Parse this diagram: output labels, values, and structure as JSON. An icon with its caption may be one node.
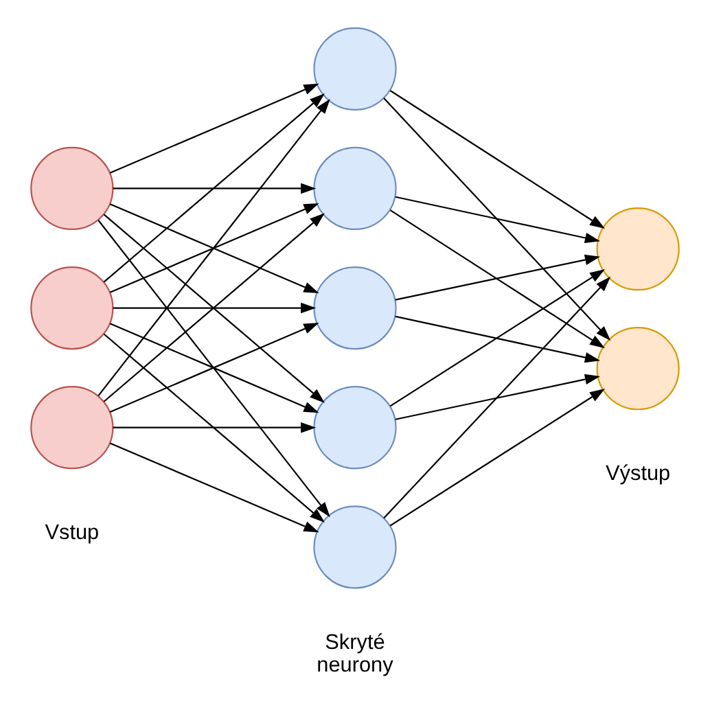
{
  "diagram": {
    "nodes": [
      {
        "text": [],
        "shape": "circle"
      },
      {
        "text": [],
        "shape": "circle"
      },
      {
        "text": [],
        "shape": "circle"
      },
      {
        "text": [],
        "shape": "circle"
      },
      {
        "text": [],
        "shape": "circle"
      },
      {
        "text": [],
        "shape": "circle"
      },
      {
        "text": [],
        "shape": "circle"
      },
      {
        "text": [],
        "shape": "circle"
      },
      {
        "text": [],
        "shape": "circle"
      },
      {
        "text": [],
        "shape": "circle"
      }
    ],
    "edges": [
      {
        "from": 0,
        "to": 3,
        "arrow": "to"
      },
      {
        "from": 0,
        "to": 4,
        "arrow": "to"
      },
      {
        "from": 0,
        "to": 5,
        "arrow": "to"
      },
      {
        "from": 0,
        "to": 6,
        "arrow": "to"
      },
      {
        "from": 0,
        "to": 7,
        "arrow": "to"
      },
      {
        "from": 1,
        "to": 3,
        "arrow": "to"
      },
      {
        "from": 1,
        "to": 4,
        "arrow": "to"
      },
      {
        "from": 1,
        "to": 5,
        "arrow": "to"
      },
      {
        "from": 1,
        "to": 6,
        "arrow": "to"
      },
      {
        "from": 1,
        "to": 7,
        "arrow": "to"
      },
      {
        "from": 2,
        "to": 3,
        "arrow": "to"
      },
      {
        "from": 2,
        "to": 4,
        "arrow": "to"
      },
      {
        "from": 2,
        "to": 5,
        "arrow": "to"
      },
      {
        "from": 2,
        "to": 6,
        "arrow": "to"
      },
      {
        "from": 2,
        "to": 7,
        "arrow": "to"
      },
      {
        "from": 3,
        "to": 8,
        "arrow": "to"
      },
      {
        "from": 3,
        "to": 9,
        "arrow": "to"
      },
      {
        "from": 4,
        "to": 8,
        "arrow": "to"
      },
      {
        "from": 4,
        "to": 9,
        "arrow": "to"
      },
      {
        "from": 5,
        "to": 8,
        "arrow": "to"
      },
      {
        "from": 5,
        "to": 9,
        "arrow": "to"
      },
      {
        "from": 6,
        "to": 8,
        "arrow": "to"
      },
      {
        "from": 6,
        "to": 9,
        "arrow": "to"
      },
      {
        "from": 7,
        "to": 8,
        "arrow": "to"
      },
      {
        "from": 7,
        "to": 9,
        "arrow": "to"
      }
    ],
    "labels": [
      "Vstup",
      "Skryté neurony",
      "Výstup"
    ]
  }
}
